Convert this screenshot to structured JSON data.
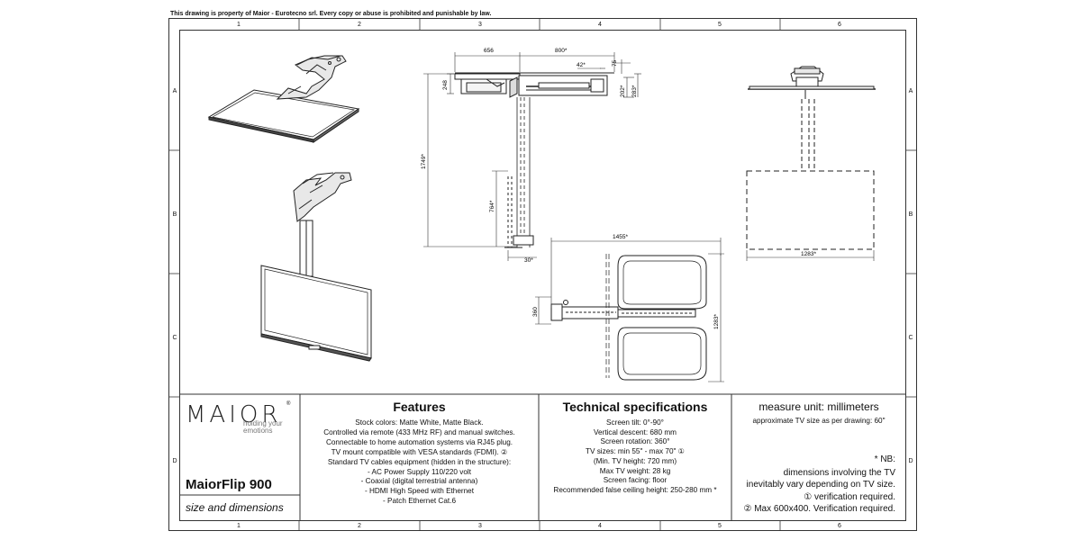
{
  "notice": "This drawing is property of Maior - Eurotecno srl. Every copy or abuse is prohibited and punishable by law.",
  "grid": {
    "columns": [
      "1",
      "2",
      "3",
      "4",
      "5",
      "6"
    ],
    "rows": [
      "A",
      "B",
      "C",
      "D"
    ]
  },
  "brand": {
    "logo": "MAIOR",
    "registered": "®",
    "tagline_line1": "holding your",
    "tagline_line2": "emotions"
  },
  "product": {
    "name": "MaiorFlip 900",
    "subtitle": "size and dimensions"
  },
  "features": {
    "title": "Features",
    "lines": [
      "Stock colors: Matte White, Matte Black.",
      "Controlled via remote (433 MHz RF) and manual switches.",
      "Connectable to home automation systems via RJ45 plug.",
      "TV mount compatible with VESA standards (FDMI). ②",
      "Standard TV cables equipment (hidden in the structure):",
      "- AC Power Supply 110/220 volt",
      "- Coaxial (digital terrestrial antenna)",
      "- HDMI High Speed with Ethernet",
      "- Patch Ethernet Cat.6"
    ]
  },
  "specs": {
    "title": "Technical specifications",
    "lines": [
      "Screen tilt: 0°-90°",
      "Vertical descent: 680 mm",
      "Screen rotation: 360°",
      "TV sizes: min 55\" - max 70\" ①",
      "(Min. TV height: 720 mm)",
      "Max TV weight: 28 kg",
      "Screen facing: floor",
      "Recommended false ceiling height: 250-280 mm *"
    ]
  },
  "units": {
    "title": "measure unit: millimeters",
    "subtitle": "approximate TV size as per drawing: 60\""
  },
  "nb": {
    "label": "* NB:",
    "lines": [
      "dimensions involving the TV",
      "inevitably vary depending on TV size.",
      "① verification required.",
      "② Max 600x400. Verification required."
    ]
  },
  "dimensions": {
    "d656": "656",
    "d800": "800*",
    "d42": "42*",
    "d75": "75",
    "d248": "248",
    "d202": "202*",
    "d283": "283*",
    "d1749": "1749*",
    "d764": "764*",
    "d30": "30*",
    "d1455": "1455*",
    "d360": "360",
    "d1283v": "1283*",
    "d1283h": "1283*"
  }
}
